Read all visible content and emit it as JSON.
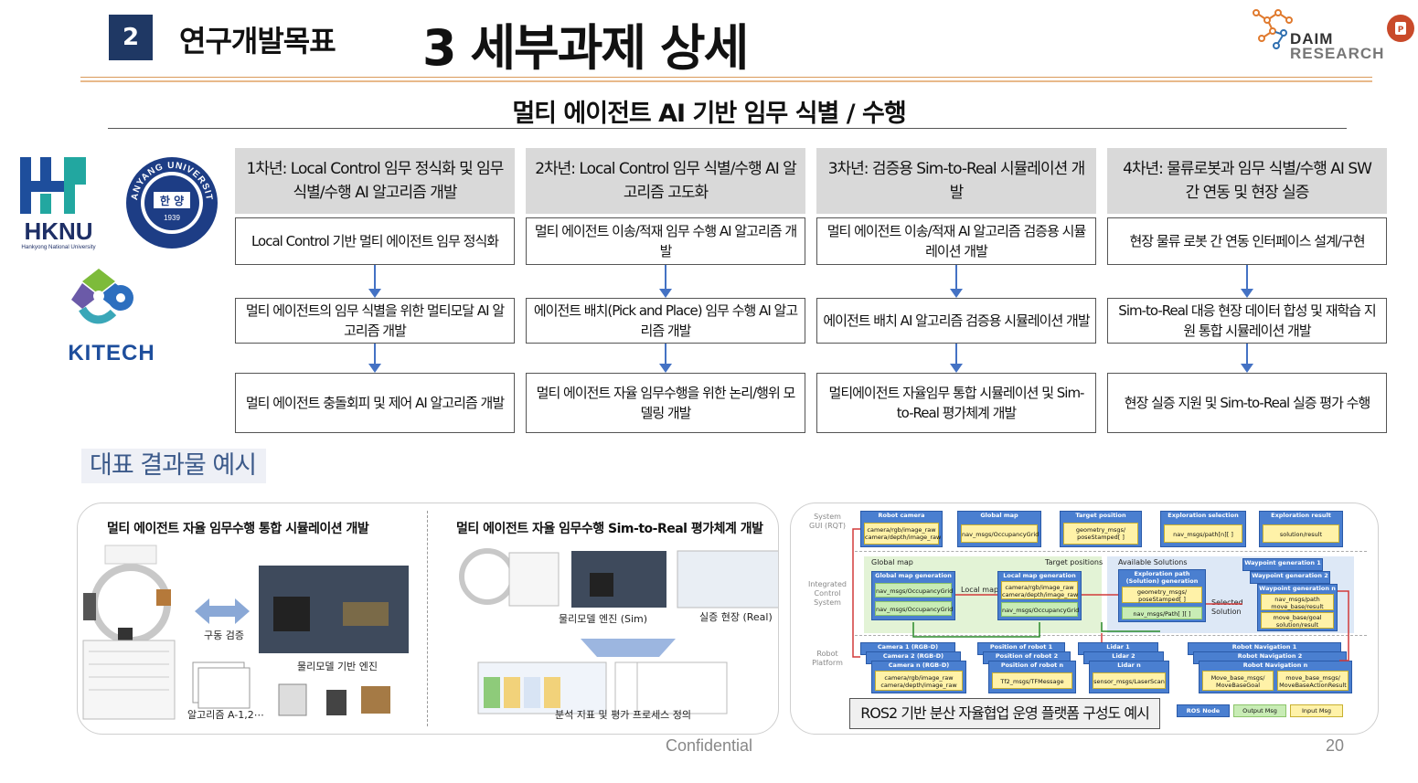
{
  "header": {
    "section_number": "2",
    "section_label": "연구개발목표",
    "page_title": "3 세부과제 상세",
    "logo_line1": "DAIM",
    "logo_line2": "RESEARCH"
  },
  "subtitle": "멀티 에이전트 AI 기반 임무 식별 / 수행",
  "left_logos": {
    "hknu_name": "HKNU",
    "hknu_sub": "Hankyong National University",
    "hanyang_ring": "HANYANG UNIVERSITY",
    "hanyang_center": "한 양",
    "hanyang_year": "1939",
    "kitech_name": "KITECH"
  },
  "years": [
    {
      "header": "1차년: Local Control 임무 정식화 및 임무 식별/수행 AI 알고리즘 개발",
      "tasks": [
        "Local Control 기반 멀티 에이전트 임무 정식화",
        "멀티 에이전트의 임무 식별을 위한 멀티모달 AI 알고리즘 개발",
        "멀티 에이전트 충돌회피 및 제어 AI 알고리즘 개발"
      ]
    },
    {
      "header": "2차년: Local Control 임무 식별/수행 AI 알고리즘 고도화",
      "tasks": [
        "멀티 에이전트 이송/적재 임무 수행 AI 알고리즘 개발",
        "에이전트 배치(Pick and Place) 임무 수행 AI 알고리즘 개발",
        "멀티 에이전트 자율 임무수행을 위한 논리/행위 모델링 개발"
      ]
    },
    {
      "header": "3차년: 검증용 Sim-to-Real 시뮬레이션 개발",
      "tasks": [
        "멀티 에이전트 이송/적재 AI 알고리즘 검증용 시뮬레이션 개발",
        "에이전트 배치 AI 알고리즘 검증용 시뮬레이션 개발",
        "멀티에이전트 자율임무 통합 시뮬레이션 및 Sim-to-Real 평가체계 개발"
      ]
    },
    {
      "header": "4차년: 물류로봇과 임무 식별/수행 AI SW 간 연동 및 현장 실증",
      "tasks": [
        "현장 물류 로봇 간 연동 인터페이스 설계/구현",
        "Sim-to-Real 대응 현장 데이터 합성 및 재학습 지원 통합 시뮬레이션 개발",
        "현장 실증 지원 및 Sim-to-Real 실증 평가 수행"
      ]
    }
  ],
  "results_label": "대표 결과물 예시",
  "left_panel": {
    "title_a": "멀티 에이전트 자율 임무수행 통합 시뮬레이션 개발",
    "title_b": "멀티 에이전트 자율 임무수행  Sim-to-Real 평가체계 개발",
    "cap_drive": "구동 검증",
    "cap_engine": "물리모델 기반 엔진",
    "cap_algo": "알고리즘 A-1,2⋯",
    "cap_sim": "물리모델 엔진 (Sim)",
    "cap_real": "실증 현장 (Real)",
    "cap_eval": "분석 지표 및 평가 프로세스 정의"
  },
  "right_panel": {
    "row_labels": [
      "System GUI (RQT)",
      "Integrated Control System",
      "Robot Platform"
    ],
    "top_nodes": [
      {
        "title": "Robot camera",
        "msg": "camera/rgb/image_raw camera/depth/image_raw"
      },
      {
        "title": "Global map",
        "msg": "nav_msgs/OccupancyGrid"
      },
      {
        "title": "Target position",
        "msg": "geometry_msgs/ poseStamped[ ]"
      },
      {
        "title": "Exploration selection",
        "msg": "nav_msgs/path[n][ ]"
      },
      {
        "title": "Exploration result",
        "msg": "solution/result"
      }
    ],
    "mid_labels": [
      "Global map",
      "Target positions",
      "Available Solutions",
      "Local map",
      "Selected Solution"
    ],
    "mid_nodes": [
      {
        "title": "Global map generation",
        "msg1": "nav_msgs/OccupancyGrid",
        "msg2": "nav_msgs/OccupancyGrid"
      },
      {
        "title": "Local map generation",
        "msg1": "camera/rgb/image_raw camera/depth/image_raw",
        "msg2": "nav_msgs/OccupancyGrid"
      },
      {
        "title": "Exploration path (Solution) generation",
        "msg1": "geometry_msgs/ poseStamped[ ]",
        "msg2": "nav_msgs/Path[ ][ ]"
      },
      {
        "title": "Waypoint generation 1",
        "t2": "Waypoint generation 2",
        "t3": "Waypoint generation n",
        "msg1": "nav_msgs/path move_base/result",
        "msg2": "move_base/goal solution/result"
      }
    ],
    "bottom_nodes": [
      {
        "t1": "Camera 1 (RGB-D)",
        "t2": "Camera 2 (RGB-D)",
        "t3": "Camera n (RGB-D)",
        "msg": "camera/rgb/image_raw camera/depth/image_raw"
      },
      {
        "t1": "Position of robot 1",
        "t2": "Position of robot 2",
        "t3": "Position of robot n",
        "msg": "Tf2_msgs/TFMessage"
      },
      {
        "t1": "Lidar 1",
        "t2": "Lidar 2",
        "t3": "Lidar n",
        "msg": "sensor_msgs/LaserScan"
      },
      {
        "t1": "Robot Navigation 1",
        "t2": "Robot Navigation 2",
        "t3": "Robot Navigation n",
        "msg1": "Move_base_msgs/ MoveBaseGoal",
        "msg2": "move_base_msgs/ MoveBaseActionResult"
      }
    ],
    "legend": [
      "ROS Node",
      "Output Msg",
      "Input Msg"
    ],
    "caption": "ROS2 기반 분산 자율협업 운영 플랫폼 구성도 예시"
  },
  "footer": {
    "confidential": "Confidential",
    "page_number": "20"
  },
  "colors": {
    "badge": "#1f3864",
    "header_rule": "#d99a5a",
    "year_header_bg": "#d9d9d9",
    "arrow": "#4472c4",
    "results_label": "#3c5a8a"
  }
}
